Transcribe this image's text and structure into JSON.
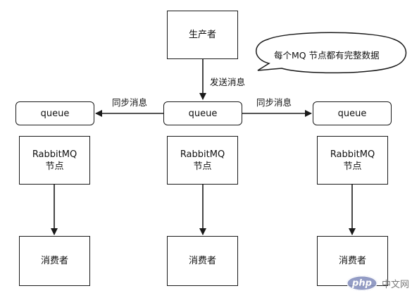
{
  "diagram": {
    "producer": "生产者",
    "callout": "每个MQ 节点都有完整数据",
    "send_label": "发送消息",
    "sync_label_left": "同步消息",
    "sync_label_right": "同步消息",
    "queues": [
      "queue",
      "queue",
      "queue"
    ],
    "rabbit_nodes": [
      "RabbitMQ\n节点",
      "RabbitMQ\n节点",
      "RabbitMQ\n节点"
    ],
    "consumers": [
      "消费者",
      "消费者",
      "消费者"
    ]
  },
  "watermark": {
    "logo_text": "php",
    "site_text": "中文网"
  },
  "colors": {
    "stroke": "#1a1a1a",
    "background": "#ffffff",
    "php_logo": "#8892bf"
  }
}
